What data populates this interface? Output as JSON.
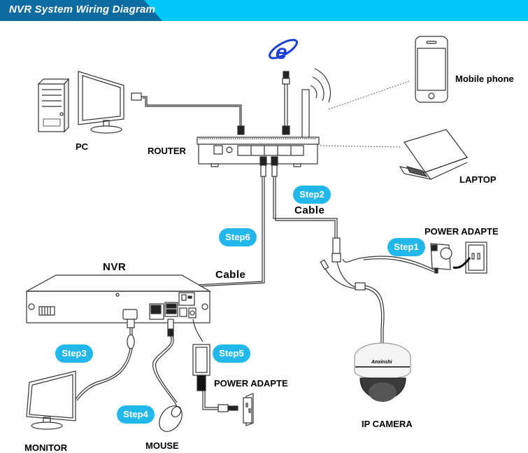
{
  "header": {
    "title": "NVR System Wiring Diagram"
  },
  "colors": {
    "banner_light": "#00c8f8",
    "banner_dark": "#0e6ba0",
    "step_badge": "#22b8ec",
    "ie_logo": "#1a3fd6"
  },
  "devices": {
    "pc": "PC",
    "router": "ROUTER",
    "mobile": "Mobile phone",
    "laptop": "LAPTOP",
    "nvr": "NVR",
    "monitor": "MONITOR",
    "mouse": "MOUSE",
    "camera": "IP  CAMERA",
    "camera_brand": "Anxinshi",
    "power_adapter_camera": "POWER ADAPTE",
    "power_adapter_nvr": "POWER ADAPTE"
  },
  "cables": {
    "step2_cable": "Cable",
    "step6_cable": "Cable"
  },
  "steps": [
    "Step1",
    "Step2",
    "Step3",
    "Step4",
    "Step5",
    "Step6"
  ],
  "icons": {
    "internet": "internet-explorer-icon",
    "wifi": "wifi-signal-icon"
  }
}
